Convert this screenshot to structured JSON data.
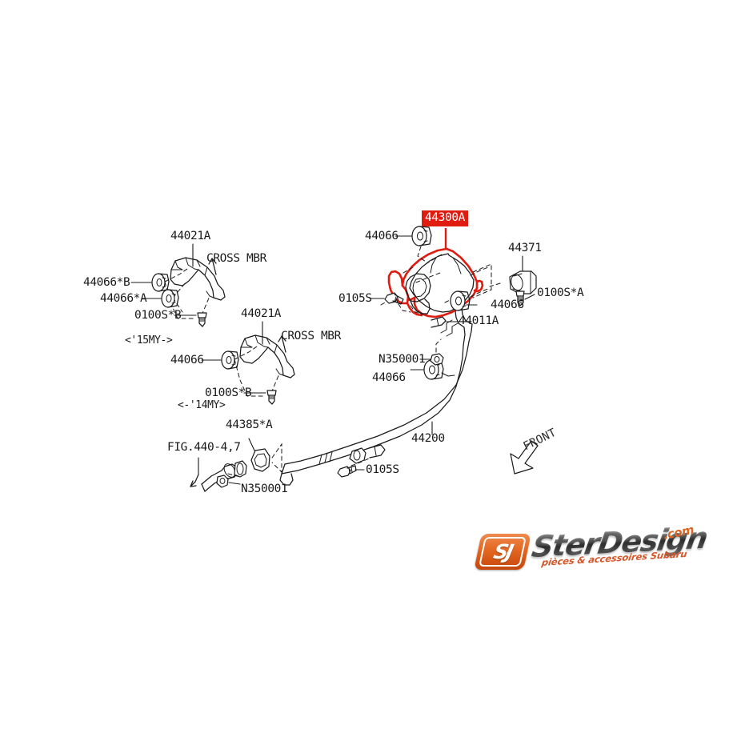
{
  "diagram": {
    "title": "Subaru exhaust system parts diagram",
    "background_color": "#ffffff",
    "line_color": "#1a1a1a",
    "highlight_color": "#e01b10",
    "highlighted_part_number": "44300A"
  },
  "callout": {
    "highlighted_label": "44300A"
  },
  "labels": {
    "bracket_upper": "44021A",
    "cross_member_upper": "CROSS MBR",
    "bushing_b": "44066*B",
    "bushing_a": "44066*A",
    "bolt_upper": "0100S*B",
    "year_note_upper": "<'15MY->",
    "bracket_lower": "44021A",
    "cross_member_lower": "CROSS MBR",
    "bushing_lower": "44066",
    "bolt_lower": "0100S*B",
    "year_note_lower": "<-'14MY>",
    "gasket_ref": "44385*A",
    "fig_ref": "FIG.440-4,7",
    "nut_ref_left": "N350001",
    "bolt_bottom": "0105S",
    "hanger_muffler_top": "44066",
    "bolt_muffler_left": "0105S",
    "bracket_right": "44371",
    "bolt_right": "0100S*A",
    "hanger_muffler_bottom": "44066",
    "pipe_joint": "44011A",
    "nut_center": "N350001",
    "hanger_center": "44066",
    "main_pipe": "44200",
    "front_indicator": "FRONT"
  },
  "watermark": {
    "emblem_glyph": "SJ",
    "wordmark": "SterDesign",
    "dotcom": ".com",
    "tagline": "pièces & accessoires Subaru",
    "emblem_color": "#e2651f",
    "wordmark_color": "#6d6d6d"
  }
}
